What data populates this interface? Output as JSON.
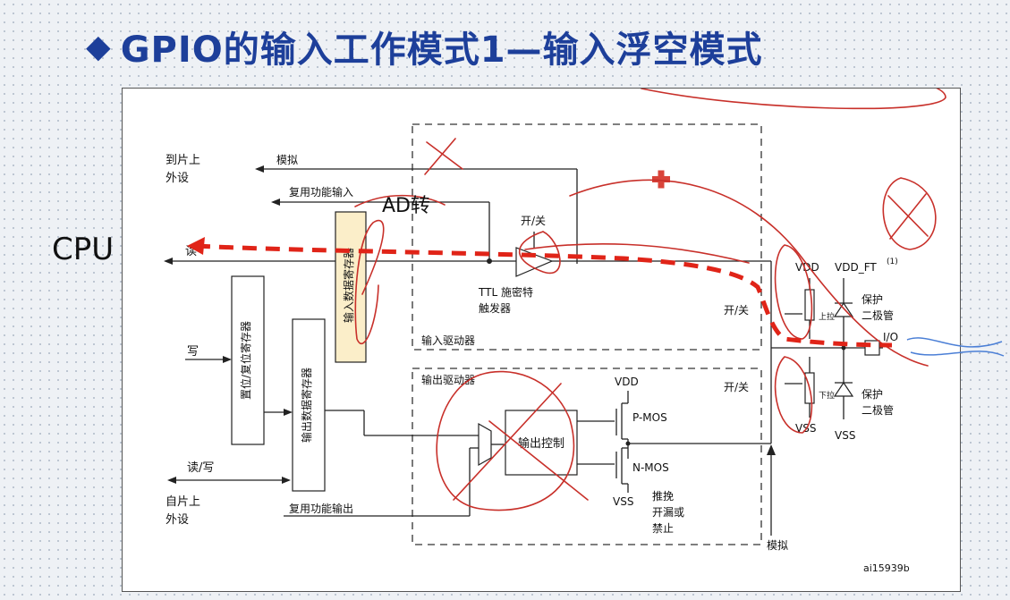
{
  "title": {
    "bullet": "◆",
    "text": "GPIO的输入工作模式1—输入浮空模式"
  },
  "labels": {
    "to_onchip_peripheral": [
      "到片上",
      "外设"
    ],
    "analog_top": "模拟",
    "alt_func_input": "复用功能输入",
    "read_top": "读",
    "input_data_register": "输入数据寄存器",
    "on_off_input": "开/关",
    "ttl": [
      "TTL 施密特",
      "触发器"
    ],
    "input_driver": "输入驱动器",
    "write": "写",
    "bit_set_reset_register": "置位/复位寄存器",
    "output_data_register": "输出数据寄存器",
    "read_write": "读/写",
    "from_onchip_peripheral": [
      "自片上",
      "外设"
    ],
    "alt_func_output": "复用功能输出",
    "output_driver": "输出驱动器",
    "output_control": "输出控制",
    "vdd": "VDD",
    "vss": "VSS",
    "pmos": "P-MOS",
    "nmos": "N-MOS",
    "push_pull": [
      "推挽",
      "开漏或",
      "禁止"
    ],
    "analog_bottom": "模拟",
    "on_off_pullup": "开/关",
    "on_off_pulldown": "开/关",
    "vdd_pin": "VDD",
    "vdd_ft": "VDD_FT",
    "ft_note": "(1)",
    "pullup_label": "上拉",
    "pulldown_label": "下拉",
    "protect_diode": [
      "保护",
      "二极管"
    ],
    "vss_pin": "VSS",
    "io_pin": "I/O",
    "figure_id": "ai15939b"
  },
  "annotations": {
    "cpu_scrawl": "CPU",
    "ad_scrawl": "AD转"
  },
  "colors": {
    "title": "#1d3f9a",
    "ink": "#c8302a",
    "dashed_path": "#e02418",
    "register_fill": "#fbeec9",
    "cross_mark": "#d9443a"
  }
}
